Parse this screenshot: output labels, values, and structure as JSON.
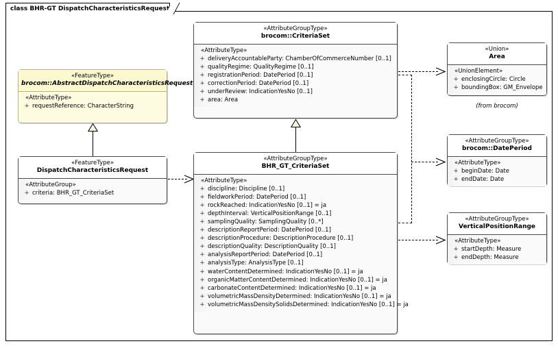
{
  "diagram": {
    "title": "class BHR-GT DispatchCharacteristicsRequest"
  },
  "boxes": {
    "criteriaset": {
      "stereotype": "«AttributeGroupType»",
      "name": "brocom::CriteriaSet",
      "group_stereotype": "«AttributeType»",
      "attributes": [
        {
          "visibility": "+",
          "text": "deliveryAccountableParty: ChamberOfCommerceNumber [0..1]"
        },
        {
          "visibility": "+",
          "text": "qualityRegime: QualityRegime [0..1]"
        },
        {
          "visibility": "+",
          "text": "registrationPeriod: DatePeriod [0..1]"
        },
        {
          "visibility": "+",
          "text": "correctionPeriod: DatePeriod [0..1]"
        },
        {
          "visibility": "+",
          "text": "underReview: IndicationYesNo [0..1]"
        },
        {
          "visibility": "+",
          "text": "area: Area"
        }
      ]
    },
    "abstract_dispatch": {
      "stereotype": "«FeatureType»",
      "name": "brocom::AbstractDispatchCharacteristicsRequest",
      "group_stereotype": "«AttributeType»",
      "attributes": [
        {
          "visibility": "+",
          "text": "requestReference: CharacterString"
        }
      ]
    },
    "dispatch_request": {
      "stereotype": "«FeatureType»",
      "name": "DispatchCharacteristicsRequest",
      "group_stereotype": "«AttributeGroup»",
      "attributes": [
        {
          "visibility": "+",
          "text": "criteria: BHR_GT_CriteriaSet"
        }
      ]
    },
    "bhr_criteriaset": {
      "stereotype": "«AttributeGroupType»",
      "name": "BHR_GT_CriteriaSet",
      "group_stereotype": "«AttributeType»",
      "attributes": [
        {
          "visibility": "+",
          "text": "discipline: Discipline [0..1]"
        },
        {
          "visibility": "+",
          "text": "fieldworkPeriod: DatePeriod [0..1]"
        },
        {
          "visibility": "+",
          "text": "rockReached: IndicationYesNo [0..1] = ja"
        },
        {
          "visibility": "+",
          "text": "depthInterval: VerticalPositionRange [0..1]"
        },
        {
          "visibility": "+",
          "text": "samplingQuality: SamplingQuality [0..*]"
        },
        {
          "visibility": "+",
          "text": "descriptionReportPeriod: DatePeriod [0..1]"
        },
        {
          "visibility": "+",
          "text": "descriptionProcedure: DescriptionProcedure [0..1]"
        },
        {
          "visibility": "+",
          "text": "descriptionQuality: DescriptionQuality [0..1]"
        },
        {
          "visibility": "+",
          "text": "analysisReportPeriod: DatePeriod [0..1]"
        },
        {
          "visibility": "+",
          "text": "analysisType: AnalysisType [0..1]"
        },
        {
          "visibility": "+",
          "text": "waterContentDetermined: IndicationYesNo [0..1] = ja"
        },
        {
          "visibility": "+",
          "text": "organicMatterContentDetermined: IndicationYesNo [0..1] = ja"
        },
        {
          "visibility": "+",
          "text": "carbonateContentDetermined: IndicationYesNo [0..1] = ja"
        },
        {
          "visibility": "+",
          "text": "volumetricMassDensityDetermined: IndicationYesNo [0..1] = ja"
        },
        {
          "visibility": "+",
          "text": "volumetricMassDensitySolidsDetermined: IndicationYesNo [0..1] = ja"
        }
      ]
    },
    "area": {
      "stereotype": "«Union»",
      "name": "Area",
      "group_stereotype": "«UnionElement»",
      "attributes": [
        {
          "visibility": "+",
          "text": "enclosingCircle: Circle"
        },
        {
          "visibility": "+",
          "text": "boundingBox: GM_Envelope"
        }
      ],
      "caption": "(from brocom)"
    },
    "dateperiod": {
      "stereotype": "«AttributeGroupType»",
      "name": "brocom::DatePeriod",
      "group_stereotype": "«AttributeType»",
      "attributes": [
        {
          "visibility": "+",
          "text": "beginDate: Date"
        },
        {
          "visibility": "+",
          "text": "endDate: Date"
        }
      ]
    },
    "verticalrange": {
      "stereotype": "«AttributeGroupType»",
      "name": "VerticalPositionRange",
      "group_stereotype": "«AttributeType»",
      "attributes": [
        {
          "visibility": "+",
          "text": "startDepth: Measure"
        },
        {
          "visibility": "+",
          "text": "endDepth: Measure"
        }
      ]
    }
  },
  "colors": {
    "box_fill": "#fafafa",
    "box_header_fill": "#ffffff",
    "box_border": "#4a4a4a",
    "feature_type_fill": "#fdfbe0",
    "feature_type_border": "#b8b48a",
    "line": "#000000"
  }
}
